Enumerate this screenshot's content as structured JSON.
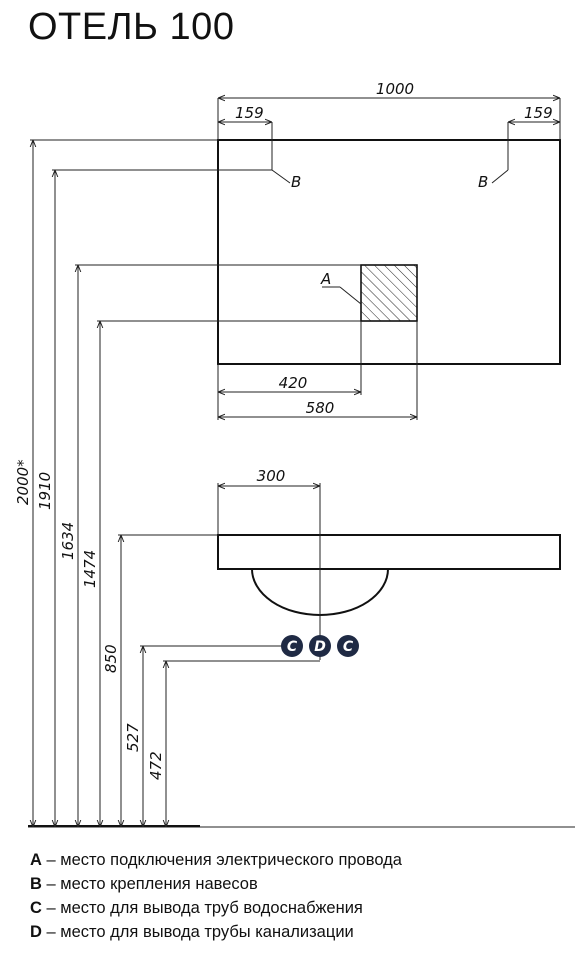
{
  "title": "ОТЕЛЬ 100",
  "dimensions": {
    "total_width": "1000",
    "left_offset": "159",
    "right_offset": "159",
    "width_420": "420",
    "width_580": "580",
    "sink_300": "300",
    "height_2000": "2000*",
    "height_1910": "1910",
    "height_1634": "1634",
    "height_1474": "1474",
    "height_850": "850",
    "height_527": "527",
    "height_472": "472"
  },
  "markers": {
    "a": "A",
    "b_left": "B",
    "b_right": "B",
    "c_left": "C",
    "d": "D",
    "c_right": "C"
  },
  "legend": [
    {
      "key": "A",
      "text": " – место подключения электрического провода"
    },
    {
      "key": "B",
      "text": " – место крепления навесов"
    },
    {
      "key": "C",
      "text": " – место для вывода труб водоснабжения"
    },
    {
      "key": "D",
      "text": " – место для вывода трубы канализации"
    }
  ]
}
